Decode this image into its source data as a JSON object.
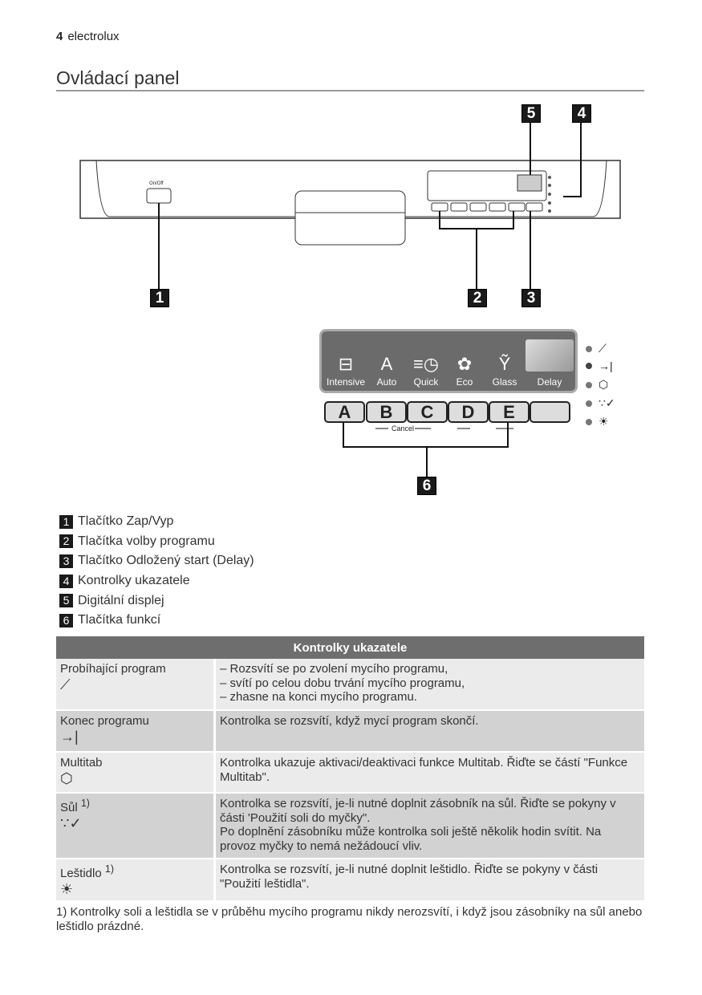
{
  "header": {
    "page_number": "4",
    "brand": "electrolux",
    "title": "Ovládací panel"
  },
  "diagram": {
    "onoff_label": "On/Off",
    "callouts": [
      "1",
      "2",
      "3",
      "4",
      "5",
      "6"
    ],
    "programs": [
      {
        "label": "Intensive",
        "icon": "pot-icon",
        "glyph": "⊟"
      },
      {
        "label": "Auto",
        "icon": "auto-icon",
        "glyph": "A"
      },
      {
        "label": "Quick",
        "icon": "quick-clock-icon",
        "glyph": "≡◷"
      },
      {
        "label": "Eco",
        "icon": "eco-flower-icon",
        "glyph": "✿"
      },
      {
        "label": "Glass",
        "icon": "glass-icon",
        "glyph": "Ỹ"
      },
      {
        "label": "Delay",
        "icon": "display",
        "glyph": ""
      }
    ],
    "keys": [
      "A",
      "B",
      "C",
      "D",
      "E",
      ""
    ],
    "cancel_label": "Cancel",
    "indicators": [
      "⟋",
      "→|",
      "⬡",
      "∵✓",
      "☀"
    ]
  },
  "legend": [
    {
      "n": "1",
      "text": "Tlačítko Zap/Vyp"
    },
    {
      "n": "2",
      "text": "Tlačítka volby programu"
    },
    {
      "n": "3",
      "text": "Tlačítko Odložený start (Delay)"
    },
    {
      "n": "4",
      "text": "Kontrolky ukazatele"
    },
    {
      "n": "5",
      "text": "Digitální displej"
    },
    {
      "n": "6",
      "text": "Tlačítka funkcí"
    }
  ],
  "table": {
    "header": "Kontrolky ukazatele",
    "rows": [
      {
        "name": "Probíhající program",
        "sup": "",
        "icon": "⟋",
        "desc": [
          "– Rozsvítí se po zvolení mycího programu,",
          "– svítí po celou dobu trvání mycího programu,",
          "– zhasne na konci mycího programu."
        ]
      },
      {
        "name": "Konec programu",
        "sup": "",
        "icon": "→|",
        "desc": [
          "Kontrolka se rozsvítí, když mycí program skončí."
        ]
      },
      {
        "name": "Multitab",
        "sup": "",
        "icon": "⬡",
        "desc": [
          "Kontrolka ukazuje aktivaci/deaktivaci funkce Multitab. Řiďte se částí \"Funkce Multitab\"."
        ]
      },
      {
        "name": "Sůl",
        "sup": "1)",
        "icon": "∵✓",
        "desc": [
          "Kontrolka se rozsvítí, je-li nutné doplnit zásobník na sůl. Řiďte se pokyny v části 'Použití soli do myčky\".",
          "Po doplnění zásobníku může kontrolka soli ještě několik hodin svítit. Na provoz myčky to nemá nežádoucí vliv."
        ]
      },
      {
        "name": "Leštidlo",
        "sup": "1)",
        "icon": "☀",
        "desc": [
          "Kontrolka se rozsvítí, je-li nutné doplnit leštidlo. Řiďte se pokyny v části \"Použití leštidla\"."
        ]
      }
    ]
  },
  "footnote": "1) Kontrolky soli a leštidla se v průběhu mycího programu nikdy nerozsvítí, i když jsou zásobníky na sůl anebo leštidlo prázdné."
}
